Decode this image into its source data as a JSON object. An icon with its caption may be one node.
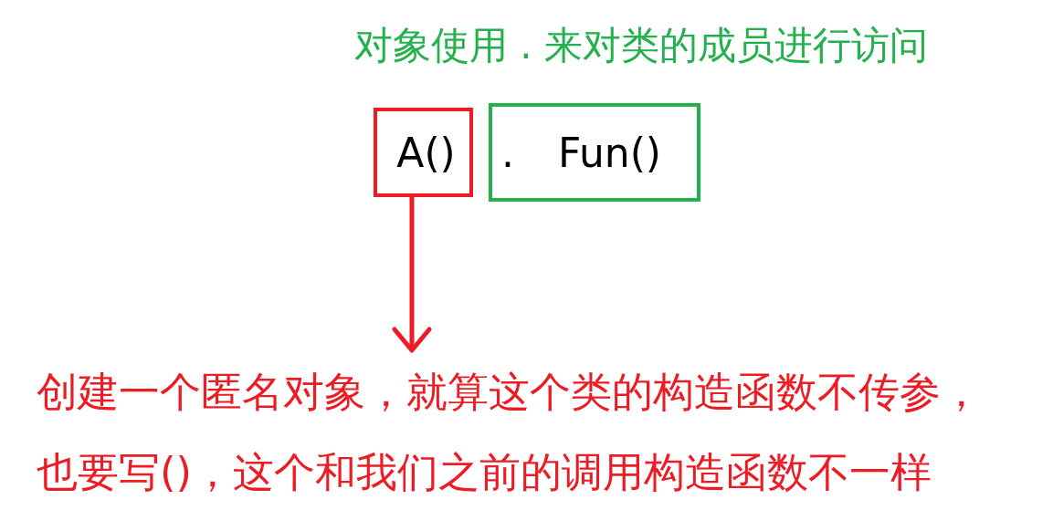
{
  "diagram": {
    "nodes": [
      {
        "text": [
          "A()"
        ]
      },
      {
        "text": [
          ". Fun()"
        ]
      },
      {
        "text": [
          "创建一个匿名对象，就算这个类的构造函数不传参，也要写()，这个和我们之前的调用构造函数不一样"
        ]
      }
    ],
    "edges": [
      {
        "from": 0,
        "to": 2,
        "arrow": "to",
        "color": "#ed1c24"
      }
    ],
    "labels": [
      "对象使用 . 来对类的成员进行访问"
    ]
  }
}
